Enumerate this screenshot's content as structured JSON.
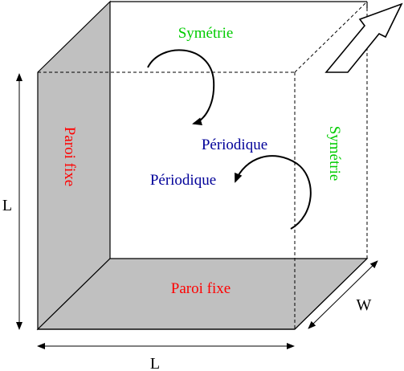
{
  "labels": {
    "symmetry_top": "Symétrie",
    "symmetry_side": "Symétrie",
    "periodic_front": "Périodique",
    "periodic_back": "Périodique",
    "wall_left": "Paroi fixe",
    "wall_bottom": "Paroi fixe",
    "dim_height": "L",
    "dim_length": "L",
    "dim_width": "W"
  },
  "colors": {
    "symmetry": "#00cc00",
    "periodic": "#000099",
    "wall": "#ff0000",
    "wall_fill": "#c0c0c0",
    "line": "#000000"
  },
  "icons": {
    "flow": "flow-direction-arrow-icon",
    "rotation": "curved-arrow-icon"
  }
}
